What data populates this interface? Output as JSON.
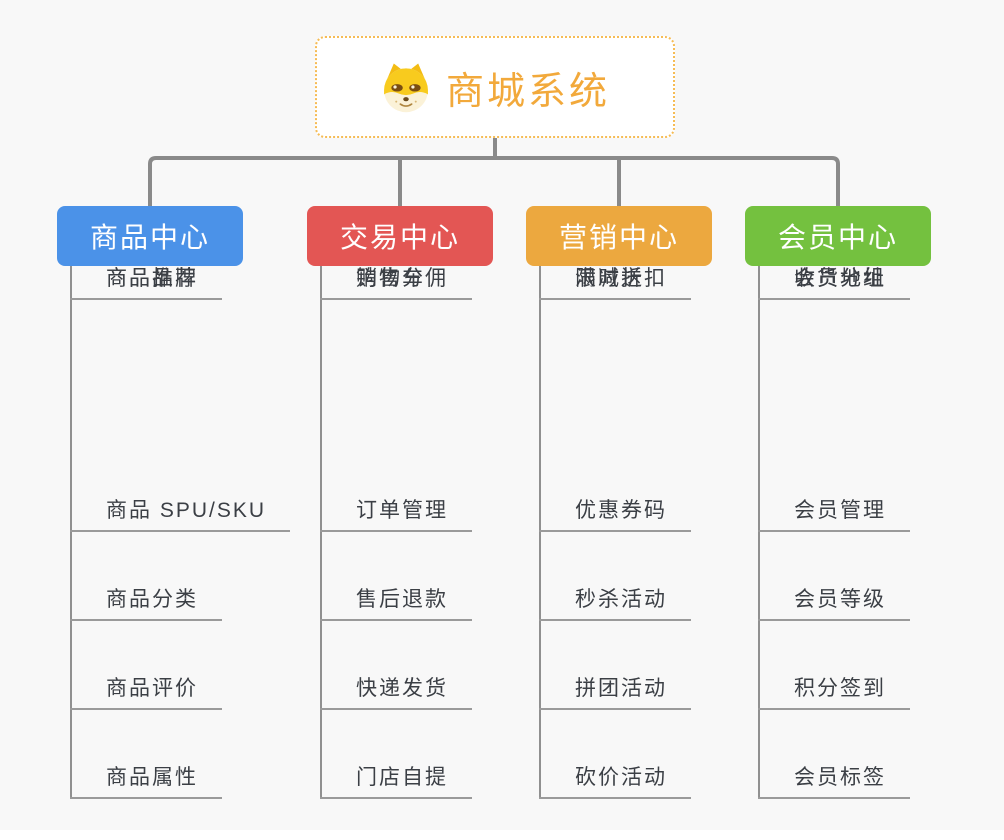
{
  "canvas": {
    "background": "#f8f8f8",
    "connector_color": "#8a8a8a"
  },
  "root": {
    "title": "商城系统",
    "icon": "dog-face-icon",
    "title_color": "#F2A93B",
    "border_color": "#F6BC55"
  },
  "branches": [
    {
      "label": "商品中心",
      "color": "#4B92E8",
      "children": [
        "商品 SPU/SKU",
        "商品分类",
        "商品评价",
        "商品属性",
        "商品推荐",
        "商品品牌"
      ]
    },
    {
      "label": "交易中心",
      "color": "#E35654",
      "children": [
        "订单管理",
        "售后退款",
        "快递发货",
        "门店自提",
        "购物车",
        "销售分佣"
      ]
    },
    {
      "label": "营销中心",
      "color": "#ECA83F",
      "children": [
        "优惠券码",
        "秒杀活动",
        "拼团活动",
        "砍价活动",
        "限时折扣",
        "满减送"
      ]
    },
    {
      "label": "会员中心",
      "color": "#74C13F",
      "children": [
        "会员管理",
        "会员等级",
        "积分签到",
        "会员标签",
        "会员分组",
        "收货地址"
      ]
    }
  ]
}
